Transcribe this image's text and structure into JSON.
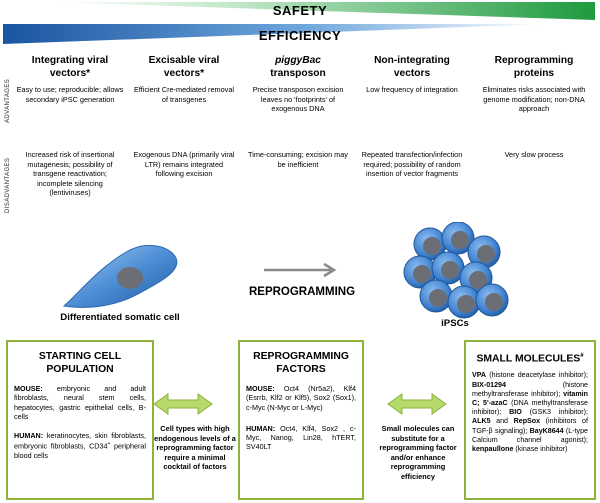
{
  "banner": {
    "safety": "SAFETY",
    "efficiency": "EFFICIENCY"
  },
  "side_labels": {
    "advantages": "ADVANTAGES",
    "disadvantages": "DISADVANTAGES"
  },
  "columns": [
    {
      "title": "Integrating viral vectors*",
      "advantage": "Easy to use; reproducible; allows secondary iPSC generation",
      "disadvantage": "Increased risk of insertional mutagenesis; possibility of transgene reactivation; incomplete silencing (lentiviruses)"
    },
    {
      "title": "Excisable viral vectors*",
      "advantage": "Efficient Cre-mediated removal of transgenes",
      "disadvantage": "Exogenous DNA (primarily viral LTR) remains integrated following excision"
    },
    {
      "title_italic": "piggyBac",
      "title_rest": "transposon",
      "advantage": "Precise transposon excision leaves no 'footprints' of exogenous DNA",
      "disadvantage": "Time-consuming; excision may be inefficient"
    },
    {
      "title": "Non-integrating vectors",
      "advantage": "Low frequency of integration",
      "disadvantage": "Repeated transfection/infection required; possibility of random insertion of vector fragments"
    },
    {
      "title": "Reprogramming proteins",
      "advantage": "Eliminates risks associated with genome modification; non-DNA approach",
      "disadvantage": "Very slow process"
    }
  ],
  "center": {
    "somatic_label": "Differentiated somatic cell",
    "reprogramming_label": "REPROGRAMMING",
    "ipsc_label": "iPSCs"
  },
  "boxes": {
    "starting": {
      "title": "STARTING CELL POPULATION",
      "mouse_label": "MOUSE:",
      "mouse_text": "embryonic and adult fibroblasts, neural stem cells, hepatocytes, gastric epithelial cells, B-cells",
      "human_label": "HUMAN:",
      "human_text": "keratinocytes, skin fibroblasts, embryonic fibroblasts, CD34",
      "human_sup": "+",
      "human_text2": "peripheral blood cells"
    },
    "factors": {
      "title": "REPROGRAMMING FACTORS",
      "mouse_label": "MOUSE:",
      "mouse_text": "Oct4 (Nr5a2), Klf4 (Esrrb, Klf2 or Klf5), Sox2 (Sox1), c-Myc (N-Myc or L-Myc)",
      "human_label": "HUMAN:",
      "human_text": "Oct4, Klf4, Sox2 , c-Myc, Nanog, Lin28, hTERT, SV40LT"
    },
    "molecules": {
      "title": "SMALL MOLECULES",
      "title_sup": "#",
      "items": [
        {
          "name": "VPA",
          "desc": "(histone deacetylase inhibitor);"
        },
        {
          "name": "BIX-01294",
          "desc": "(histone methyltransferase inhibitor);"
        },
        {
          "name": "vitamin C; 5'-azaC",
          "desc": "(DNA methyltransferase inhibitor);"
        },
        {
          "name": "BIO",
          "desc": "(GSK3 inhibitor);"
        },
        {
          "name": "ALK5",
          "desc": "and"
        },
        {
          "name": "RepSox",
          "desc": "(inhibitors of TGF-β signaling);"
        },
        {
          "name": "BayK8644",
          "desc": "(L-type Calcium channel agonist);"
        },
        {
          "name": "kenpaullone",
          "desc": "(kinase inhibitor)"
        }
      ]
    }
  },
  "notes": {
    "left": "Cell types with high endogenous levels of a reprogramming factor require a minimal cocktail of factors",
    "right": "Small molecules can substitute for a reprogramming factor and/or enhance reprogramming efficiency"
  },
  "colors": {
    "safety_green": "#2fa34a",
    "efficiency_blue": "#1f5ea8",
    "box_border": "#8db33a",
    "arrow_green": "#a6cf4a",
    "cell_blue": "#4a8ed8",
    "nucleus_gray": "#666a70"
  }
}
